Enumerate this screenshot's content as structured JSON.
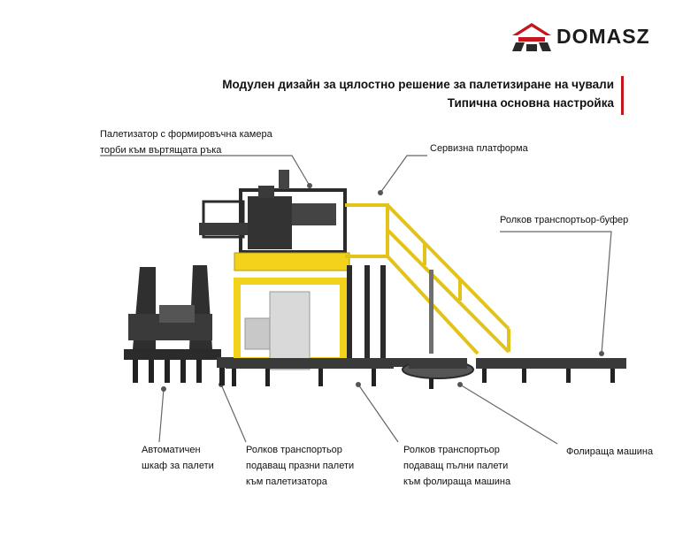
{
  "brand": {
    "name": "DOMASZ",
    "accent": "#c4161c",
    "dark": "#2a2a2a"
  },
  "title": "Модулен дизайн за цялостно решение за палетизиране на чували",
  "subtitle": "Типична основна настройка",
  "labels": {
    "palletizer": [
      "Палетизатор с формировъчна камера",
      "торби към въртящата ръка"
    ],
    "service_platform": "Сервизна платформа",
    "buffer_conveyor": "Ролков транспортьор-буфер",
    "pallet_dispenser": [
      "Автоматичен",
      "шкаф за палети"
    ],
    "empty_conveyor": [
      "Ролков транспортьор",
      "подаващ празни палети",
      "към палетизатора"
    ],
    "full_conveyor": [
      "Ролков транспортьор",
      "подаващ пълни палети",
      "към фолираща машина"
    ],
    "wrapper": "Фолираща машина"
  },
  "colors": {
    "frame_yellow": "#f2d21b",
    "machine_dark": "#2b2b2b",
    "leader_line": "#666666"
  }
}
